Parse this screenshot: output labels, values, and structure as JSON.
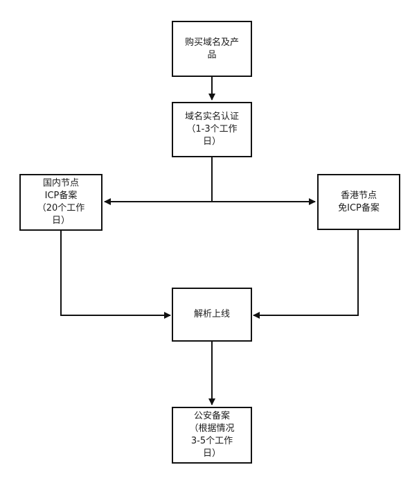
{
  "diagram": {
    "nodes": {
      "buy": "购买域名及产\n品",
      "verify": "域名实名认证\n（1-3个工作\n日）",
      "icp": "国内节点\nICP备案\n（20个工作\n日）",
      "hk": "香港节点\n免ICP备案",
      "resolve": "解析上线",
      "police": "公安备案\n（根据情况\n3-5个工作\n日）"
    },
    "edges": [
      [
        "buy",
        "verify"
      ],
      [
        "verify",
        "icp"
      ],
      [
        "verify",
        "hk"
      ],
      [
        "icp",
        "resolve"
      ],
      [
        "hk",
        "resolve"
      ],
      [
        "resolve",
        "police"
      ]
    ],
    "colors": {
      "line": "#111111",
      "box_border": "#111111",
      "background": "#ffffff"
    }
  }
}
